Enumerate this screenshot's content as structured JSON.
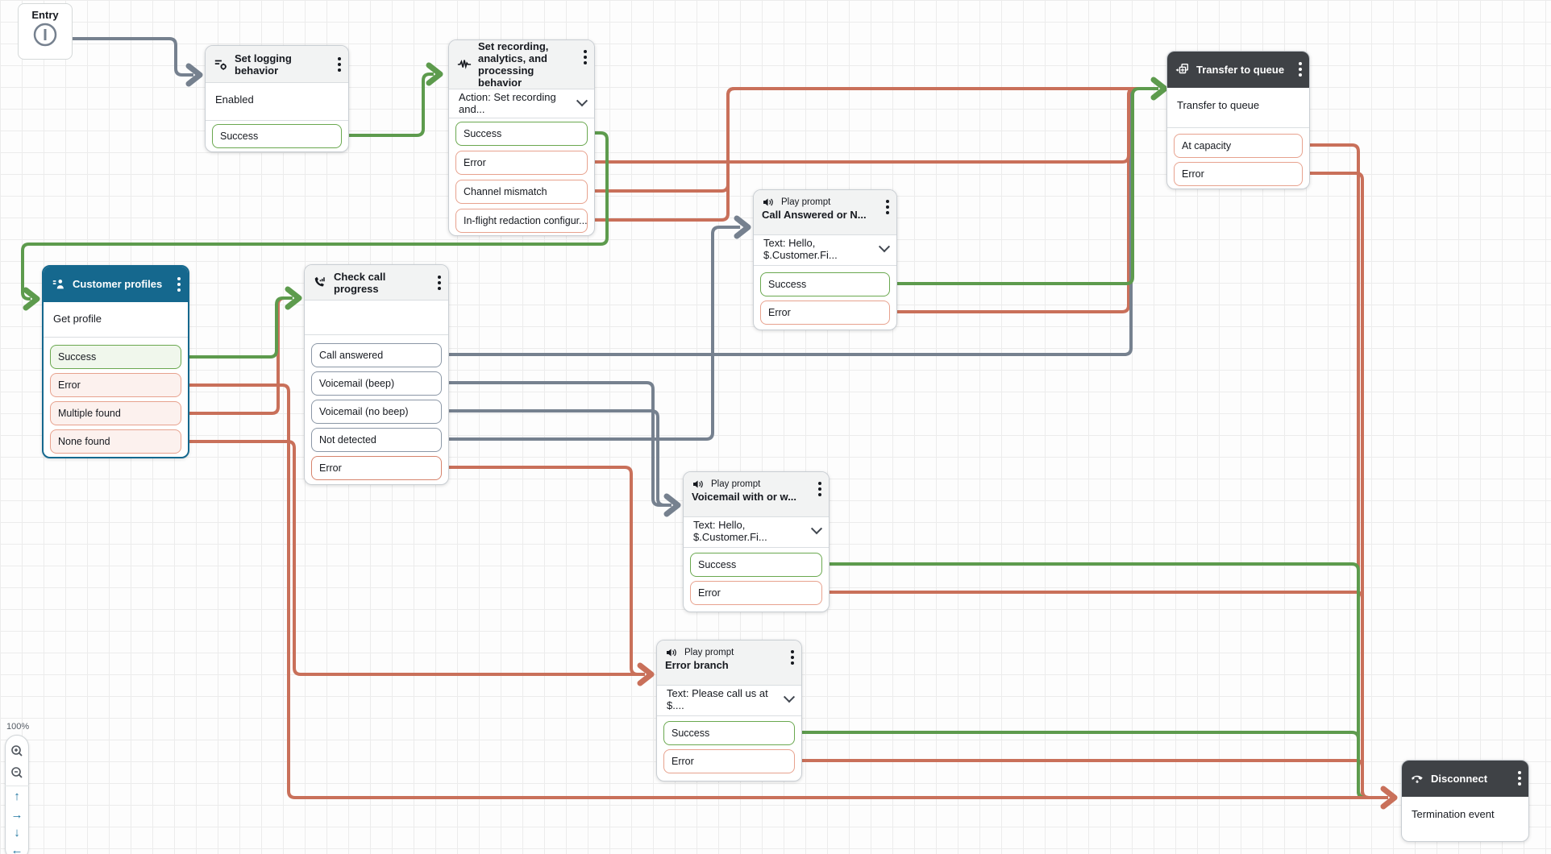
{
  "canvas": {
    "zoom_level": "100%"
  },
  "colors": {
    "success_wire": "#5d9b4d",
    "error_wire": "#c9705a",
    "neutral_wire": "#76818f",
    "header_dark": "#3f4246",
    "header_blue": "#15688e"
  },
  "nodes": {
    "entry": {
      "label": "Entry"
    },
    "set_logging": {
      "title": "Set logging behavior",
      "body": "Enabled",
      "ports": [
        {
          "label": "Success",
          "type": "success"
        }
      ]
    },
    "set_recording": {
      "title": "Set recording, analytics, and processing behavior",
      "action": "Action: Set recording and...",
      "ports": [
        {
          "label": "Success",
          "type": "success"
        },
        {
          "label": "Error",
          "type": "error"
        },
        {
          "label": "Channel mismatch",
          "type": "error"
        },
        {
          "label": "In-flight redaction configur...",
          "type": "error"
        }
      ]
    },
    "transfer_queue": {
      "title": "Transfer to queue",
      "body": "Transfer to queue",
      "ports": [
        {
          "label": "At capacity",
          "type": "error"
        },
        {
          "label": "Error",
          "type": "error"
        }
      ]
    },
    "customer_profiles": {
      "title": "Customer profiles",
      "body": "Get profile",
      "ports": [
        {
          "label": "Success",
          "type": "success"
        },
        {
          "label": "Error",
          "type": "error"
        },
        {
          "label": "Multiple found",
          "type": "error"
        },
        {
          "label": "None found",
          "type": "error"
        }
      ]
    },
    "check_call": {
      "title": "Check call progress",
      "ports": [
        {
          "label": "Call answered",
          "type": "neutral"
        },
        {
          "label": "Voicemail (beep)",
          "type": "neutral"
        },
        {
          "label": "Voicemail (no beep)",
          "type": "neutral"
        },
        {
          "label": "Not detected",
          "type": "neutral"
        },
        {
          "label": "Error",
          "type": "error"
        }
      ]
    },
    "prompt_answered": {
      "kind": "Play prompt",
      "title": "Call Answered or N...",
      "body": "Text: Hello, $.Customer.Fi...",
      "ports": [
        {
          "label": "Success",
          "type": "success"
        },
        {
          "label": "Error",
          "type": "error"
        }
      ]
    },
    "prompt_voicemail": {
      "kind": "Play prompt",
      "title": "Voicemail with or w...",
      "body": "Text: Hello, $.Customer.Fi...",
      "ports": [
        {
          "label": "Success",
          "type": "success"
        },
        {
          "label": "Error",
          "type": "error"
        }
      ]
    },
    "prompt_error": {
      "kind": "Play prompt",
      "title": "Error branch",
      "body": "Text: Please call us at $....",
      "ports": [
        {
          "label": "Success",
          "type": "success"
        },
        {
          "label": "Error",
          "type": "error"
        }
      ]
    },
    "disconnect": {
      "title": "Disconnect",
      "body": "Termination event"
    }
  },
  "connections": [
    {
      "from": "entry",
      "port": "",
      "to": "set_logging",
      "type": "neutral"
    },
    {
      "from": "set_logging",
      "port": "Success",
      "to": "set_recording",
      "type": "success"
    },
    {
      "from": "set_recording",
      "port": "Success",
      "to": "customer_profiles",
      "type": "success"
    },
    {
      "from": "set_recording",
      "port": "Error",
      "to": "transfer_queue",
      "type": "error"
    },
    {
      "from": "set_recording",
      "port": "Channel mismatch",
      "to": "transfer_queue",
      "type": "error"
    },
    {
      "from": "set_recording",
      "port": "In-flight redaction configur...",
      "to": "transfer_queue",
      "type": "error"
    },
    {
      "from": "customer_profiles",
      "port": "Success",
      "to": "check_call",
      "type": "success"
    },
    {
      "from": "customer_profiles",
      "port": "Multiple found",
      "to": "check_call",
      "type": "error"
    },
    {
      "from": "customer_profiles",
      "port": "Error",
      "to": "disconnect",
      "type": "error"
    },
    {
      "from": "customer_profiles",
      "port": "None found",
      "to": "prompt_error",
      "type": "error"
    },
    {
      "from": "check_call",
      "port": "Call answered",
      "to": "transfer_queue",
      "type": "neutral"
    },
    {
      "from": "check_call",
      "port": "Voicemail (beep)",
      "to": "prompt_voicemail",
      "type": "neutral"
    },
    {
      "from": "check_call",
      "port": "Voicemail (no beep)",
      "to": "prompt_voicemail",
      "type": "neutral"
    },
    {
      "from": "check_call",
      "port": "Not detected",
      "to": "prompt_answered",
      "type": "neutral"
    },
    {
      "from": "check_call",
      "port": "Error",
      "to": "prompt_error",
      "type": "error"
    },
    {
      "from": "prompt_answered",
      "port": "Success",
      "to": "transfer_queue",
      "type": "success"
    },
    {
      "from": "prompt_answered",
      "port": "Error",
      "to": "transfer_queue",
      "type": "error"
    },
    {
      "from": "transfer_queue",
      "port": "At capacity",
      "to": "disconnect",
      "type": "error"
    },
    {
      "from": "transfer_queue",
      "port": "Error",
      "to": "disconnect",
      "type": "error"
    },
    {
      "from": "prompt_voicemail",
      "port": "Success",
      "to": "disconnect",
      "type": "success"
    },
    {
      "from": "prompt_voicemail",
      "port": "Error",
      "to": "disconnect",
      "type": "error"
    },
    {
      "from": "prompt_error",
      "port": "Success",
      "to": "disconnect",
      "type": "success"
    },
    {
      "from": "prompt_error",
      "port": "Error",
      "to": "disconnect",
      "type": "error"
    }
  ],
  "icons": [
    "entry-start-icon",
    "logging-icon",
    "recording-waveform-icon",
    "transfer-queue-icon",
    "customer-profiles-icon",
    "call-progress-icon",
    "speaker-icon",
    "disconnect-icon",
    "kebab-menu-icon",
    "chevron-down-icon",
    "zoom-in-icon",
    "zoom-out-icon",
    "pan-up-icon",
    "pan-right-icon",
    "pan-down-icon",
    "pan-left-icon"
  ]
}
